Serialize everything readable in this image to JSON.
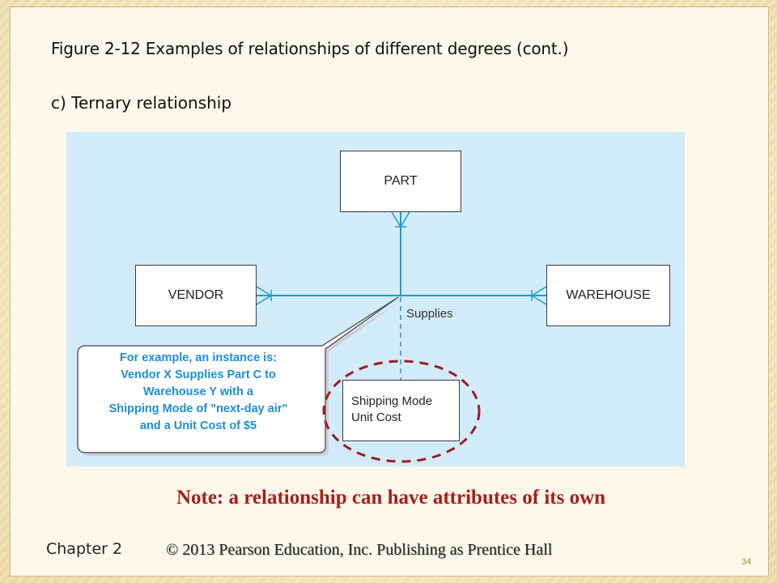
{
  "slide": {
    "title": "Figure 2-12 Examples of relationships of different degrees (cont.)",
    "subtitle": "c) Ternary relationship",
    "note": "Note: a relationship can have attributes of its own",
    "footer": {
      "chapter": "Chapter 2",
      "copyright": "© 2013 Pearson Education, Inc.  Publishing as Prentice Hall",
      "page_number": "34"
    }
  },
  "diagram": {
    "entities": {
      "part": "PART",
      "vendor": "VENDOR",
      "warehouse": "WAREHOUSE"
    },
    "relationship": "Supplies",
    "attributes": [
      "Shipping Mode",
      "Unit Cost"
    ],
    "callout": [
      "For example, an instance is:",
      "Vendor X Supplies Part C to",
      "Warehouse Y with a",
      "Shipping Mode of \"next-day air\"",
      "and a Unit Cost of $5"
    ]
  },
  "colors": {
    "diagram_background": "#d3ecfb",
    "relationship_line": "#1a9ad6",
    "callout_text": "#1a8fd6",
    "highlight_circle": "#9c1b24",
    "note_text": "#a51f1f"
  }
}
